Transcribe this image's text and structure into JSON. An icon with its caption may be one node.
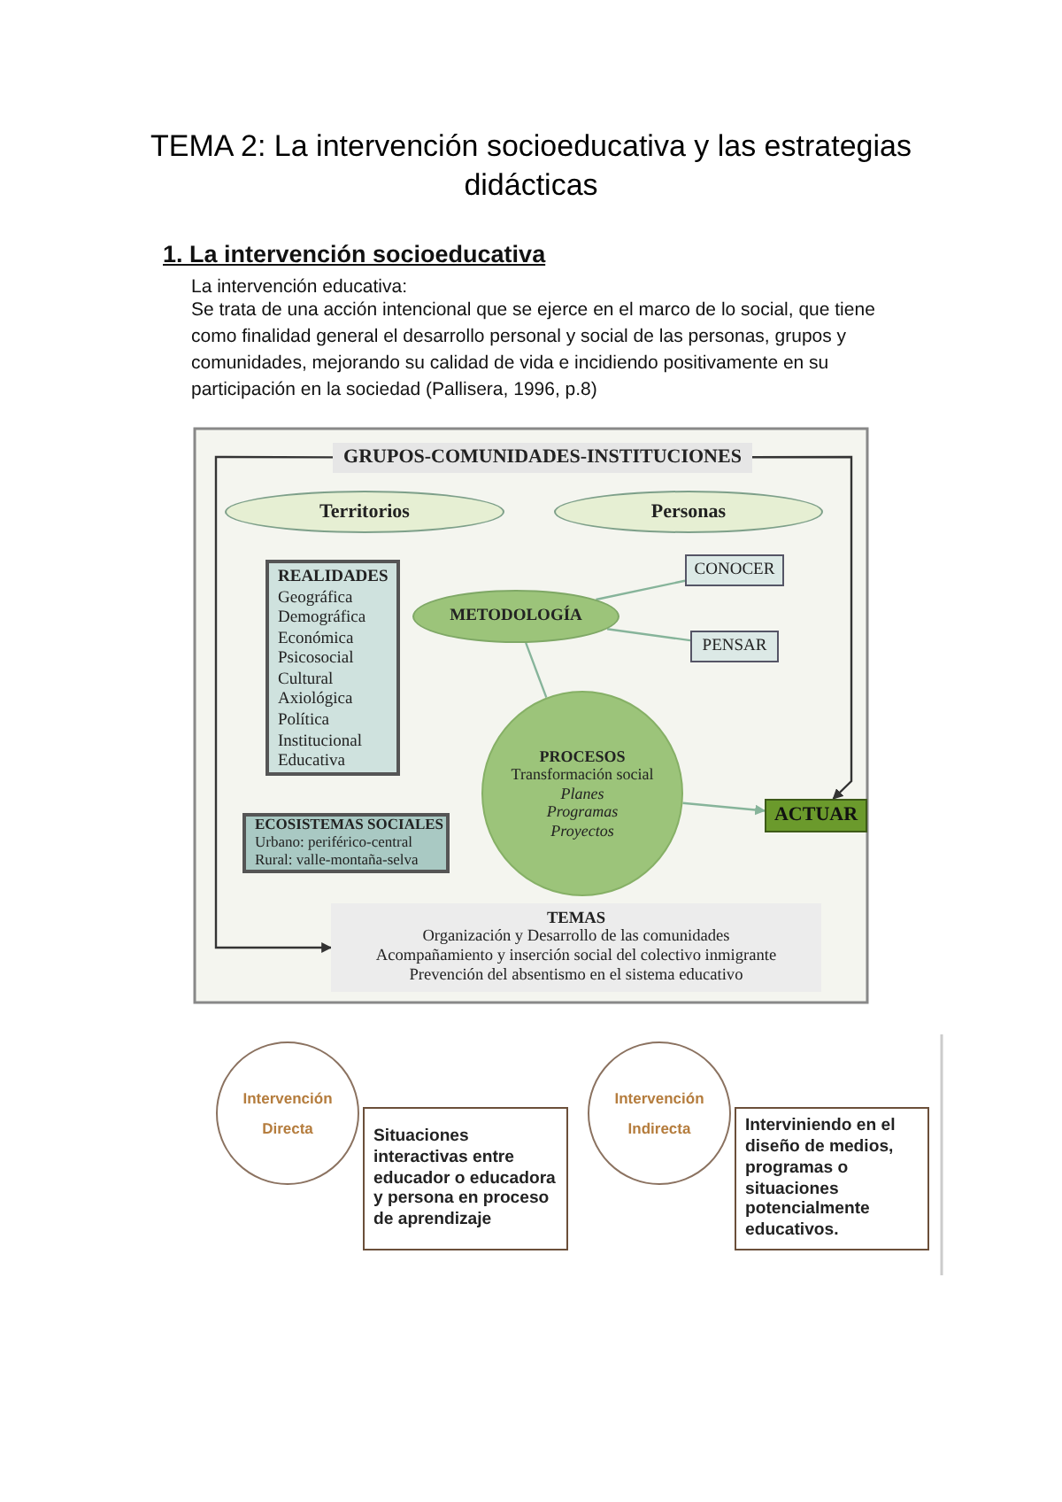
{
  "diagram": {
    "title": "TEMA 2: La intervención socioeducativa y las estrategias didácticas",
    "nodes": [
      {
        "text": [
          "GRUPOS-COMUNIDADES-INSTITUCIONES"
        ]
      },
      {
        "text": [
          "Territorios"
        ]
      },
      {
        "text": [
          "Personas"
        ]
      },
      {
        "text": [
          "REALIDADES",
          "Geográfica",
          "Demográfica",
          "Económica",
          "Psicosocial",
          "Cultural",
          "Axiológica",
          "Política",
          "Institucional",
          "Educativa"
        ]
      },
      {
        "text": [
          "METODOLOGÍA"
        ]
      },
      {
        "text": [
          "CONOCER"
        ]
      },
      {
        "text": [
          "PENSAR"
        ]
      },
      {
        "text": [
          "PROCESOS",
          "Transformación social",
          "Planes",
          "Programas",
          "Proyectos"
        ]
      },
      {
        "text": [
          "ACTUAR"
        ]
      },
      {
        "text": [
          "ECOSISTEMAS SOCIALES",
          "Urbano: periférico-central",
          "Rural: valle-montaña-selva"
        ]
      },
      {
        "text": [
          "TEMAS",
          "Organización y Desarrollo de las comunidades",
          "Acompañamiento y inserción social del colectivo inmigrante",
          "Prevención del absentismo en el sistema educativo"
        ]
      },
      {
        "text": [
          "Intervención Directa"
        ]
      },
      {
        "text": [
          "Situaciones interactivas entre educador o educadora y persona en proceso de aprendizaje"
        ]
      },
      {
        "text": [
          "Intervención Indirecta"
        ]
      },
      {
        "text": [
          "Interviniendo en el diseño de medios, programas o situaciones potencialmente educativos."
        ]
      }
    ],
    "edges": [
      {
        "from": 4,
        "to": 5,
        "arrow": "none"
      },
      {
        "from": 4,
        "to": 6,
        "arrow": "none"
      },
      {
        "from": 4,
        "to": 7,
        "arrow": "none"
      },
      {
        "from": 7,
        "to": 8,
        "arrow": "to"
      },
      {
        "from": 0,
        "to": 8,
        "arrow": "to",
        "color": "#333333"
      },
      {
        "from": 0,
        "to": 10,
        "arrow": "to",
        "color": "#333333"
      }
    ],
    "labels": [
      "1. La intervención socioeducativa",
      "La intervención educativa:",
      "Se trata de una acción intencional que se ejerce en el marco de lo social, que tiene como finalidad general el desarrollo personal y social de las personas, grupos y comunidades, mejorando su calidad de vida e incidiendo positivamente en su participación en la sociedad (Pallisera, 1996, p.8)"
    ]
  }
}
